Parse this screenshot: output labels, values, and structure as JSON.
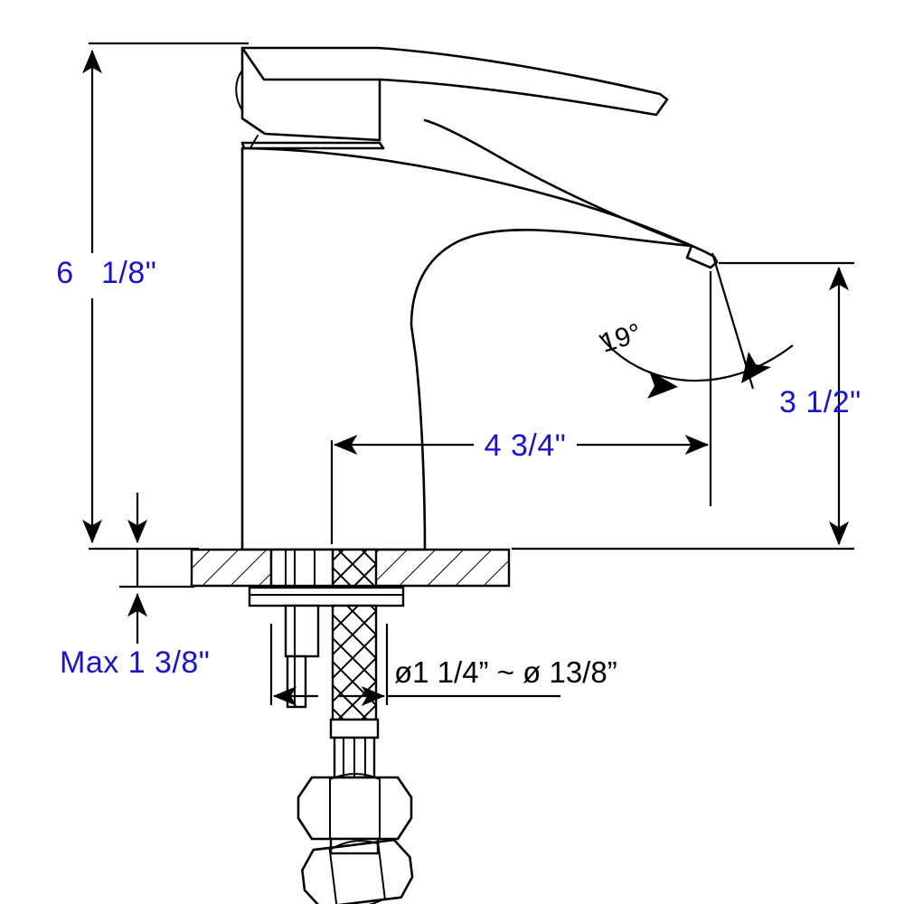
{
  "document": {
    "type": "technical-dimension-drawing",
    "subject": "single-handle bathroom basin faucet, side elevation with section through countertop",
    "background_color": "#ffffff",
    "outline_color": "#000000",
    "dimension_text_color": "#1a14c8",
    "note_text_color": "#000000"
  },
  "dimensions": {
    "overall_height": {
      "label_part1": "6",
      "label_part2": "1/8\"",
      "label_full": "6 1/8\"",
      "color": "#1a14c8",
      "orientation": "vertical",
      "position": "left"
    },
    "spout_height": {
      "label": "3 1/2\"",
      "color": "#1a14c8",
      "orientation": "vertical",
      "position": "right"
    },
    "spout_reach": {
      "label": "4 3/4\"",
      "color": "#1a14c8",
      "orientation": "horizontal",
      "position": "center"
    },
    "max_deck_thickness": {
      "label": "Max 1 3/8\"",
      "color": "#1a14c8",
      "orientation": "vertical",
      "position": "lower-left"
    },
    "spout_angle": {
      "label": "19°",
      "color": "#000000",
      "orientation": "angular"
    },
    "mounting_hole": {
      "label": "ø1 1/4” ~ ø 13/8”",
      "color": "#000000",
      "orientation": "horizontal",
      "position": "lower-center"
    }
  }
}
